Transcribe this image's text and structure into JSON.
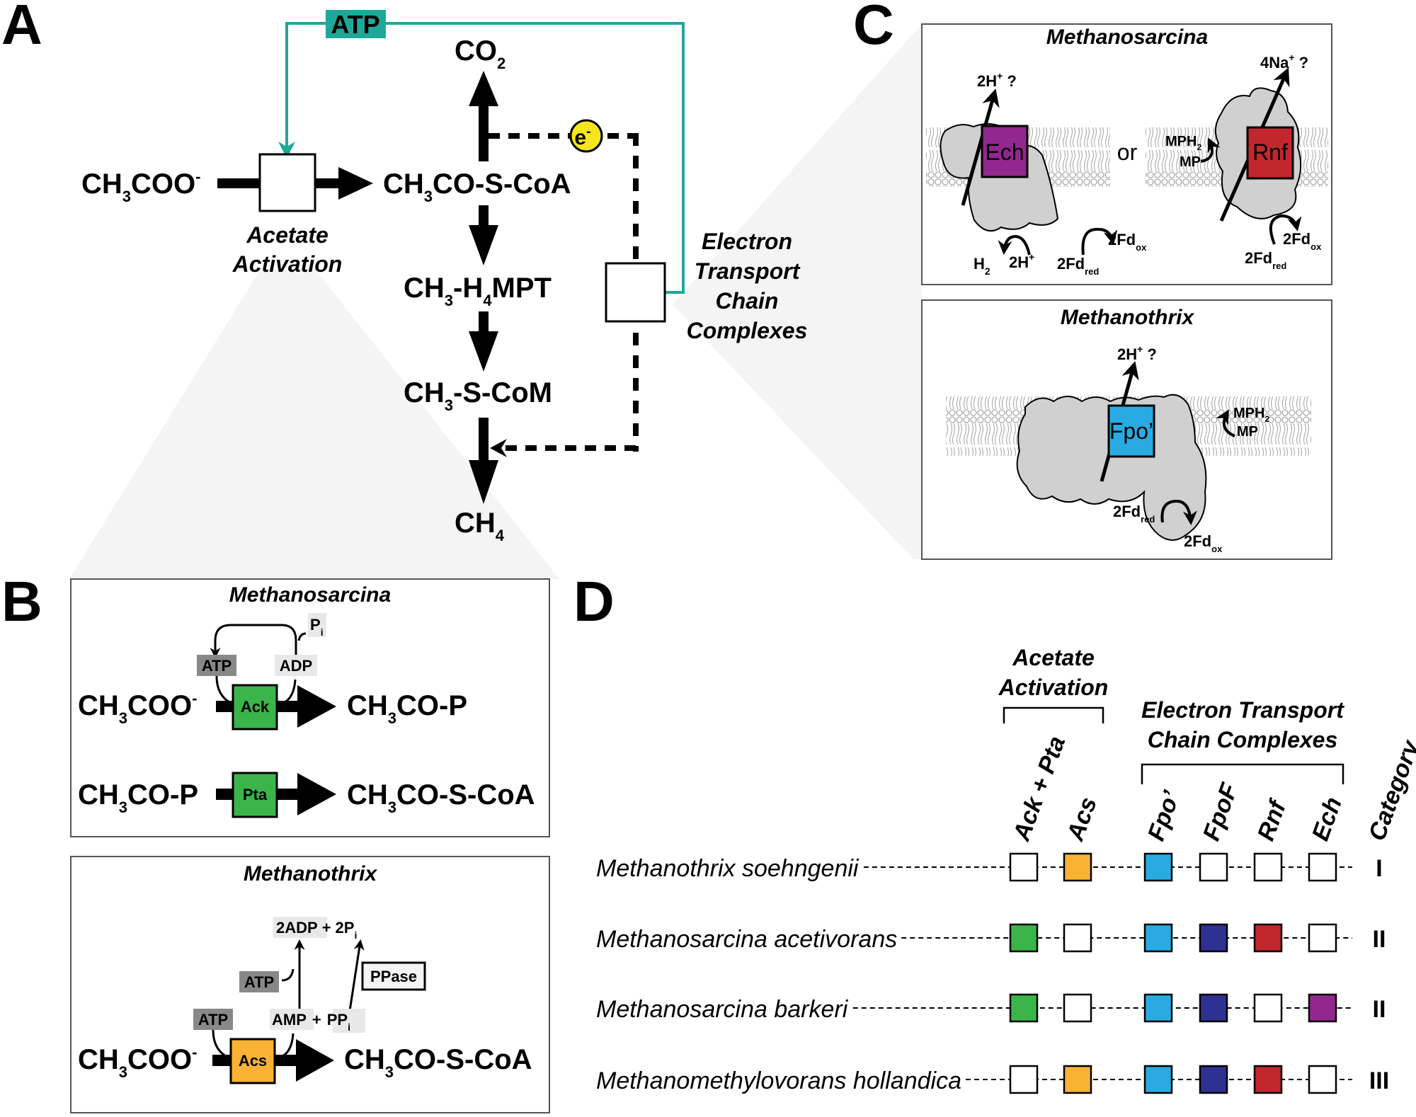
{
  "panels": {
    "A": {
      "letter": "A",
      "atp": "ATP",
      "co2": "CO",
      "co2_sub": "2",
      "electron": "e",
      "electron_sup": "-",
      "acetate": {
        "a": "CH",
        "sub": "3",
        "b": "COO",
        "sup": "-"
      },
      "acetyl_coa": {
        "a": "CH",
        "sub": "3",
        "b": "CO-S-CoA"
      },
      "methyl_h4mpt": {
        "a": "CH",
        "sub1": "3",
        "b": "-H",
        "sub2": "4",
        "c": "MPT"
      },
      "methyl_com": {
        "a": "CH",
        "sub": "3",
        "b": "-S-CoM"
      },
      "methane": {
        "a": "CH",
        "sub": "4"
      },
      "acetate_activation": [
        "Acetate",
        "Activation"
      ],
      "etc_label": [
        "Electron",
        "Transport",
        "Chain",
        "Complexes"
      ],
      "colors": {
        "teal": "#1fa89a",
        "electron": "#f5e61c"
      }
    },
    "B": {
      "letter": "B",
      "methanosarcina": {
        "title": "Methanosarcina",
        "pi": "P",
        "pi_sub": "i",
        "atp": "ATP",
        "adp": "ADP",
        "ack": "Ack",
        "pta": "Pta",
        "acetate": {
          "a": "CH",
          "sub": "3",
          "b": "COO",
          "sup": "-"
        },
        "acetyl_p": {
          "a": "CH",
          "sub": "3",
          "b": "CO-P"
        },
        "acetyl_p2": {
          "a": "CH",
          "sub": "3",
          "b": "CO-P"
        },
        "acetyl_coa": {
          "a": "CH",
          "sub": "3",
          "b": "CO-S-CoA"
        }
      },
      "methanothrix": {
        "title": "Methanothrix",
        "two_adp": "2ADP",
        "plus": "+",
        "two_pi": "2P",
        "pi_sub": "i",
        "atp_upper": "ATP",
        "atp_lower": "ATP",
        "amp": "AMP",
        "ppi": "PP",
        "ppi_sub": "i",
        "ppase": "PPase",
        "acs": "Acs",
        "acetate": {
          "a": "CH",
          "sub": "3",
          "b": "COO",
          "sup": "-"
        },
        "acetyl_coa": {
          "a": "CH",
          "sub": "3",
          "b": "CO-S-CoA"
        }
      }
    },
    "C": {
      "letter": "C",
      "methanosarcina": {
        "title": "Methanosarcina",
        "ech": "Ech",
        "rnf": "Rnf",
        "or": "or",
        "h_out": "2H",
        "h_out_sup": "+",
        "h_out_q": " ?",
        "na_out": "4Na",
        "na_out_sup": "+",
        "na_out_q": " ?",
        "h2": "H",
        "h2_sub": "2",
        "two_h": "2H",
        "two_h_sup": "+",
        "fd": "2Fd",
        "red": "red",
        "ox": "ox",
        "mph2": "MPH",
        "mph2_sub": "2",
        "mp": "MP"
      },
      "methanothrix": {
        "title": "Methanothrix",
        "fpo": "Fpo’",
        "h_out": "2H",
        "h_out_sup": "+",
        "h_out_q": " ?",
        "mph2": "MPH",
        "mph2_sub": "2",
        "mp": "MP",
        "fd": "2Fd",
        "red": "red",
        "ox": "ox"
      }
    },
    "D": {
      "letter": "D",
      "group_acetate": [
        "Acetate",
        "Activation"
      ],
      "group_etc": [
        "Electron Transport",
        "Chain Complexes"
      ],
      "columns": [
        "Ack + Pta",
        "Acs",
        "Fpo’",
        "FpoF",
        "Rnf",
        "Ech"
      ],
      "category_header": "Category",
      "column_colors": [
        "#3bb54a",
        "#f9b233",
        "#29abe2",
        "#2e3192",
        "#c1272d",
        "#92278f"
      ],
      "rows": [
        {
          "species": "Methanothrix soehngenii",
          "present": [
            false,
            true,
            true,
            false,
            false,
            false
          ],
          "category": "I"
        },
        {
          "species": "Methanosarcina acetivorans",
          "present": [
            true,
            false,
            true,
            true,
            true,
            false
          ],
          "category": "II"
        },
        {
          "species": "Methanosarcina barkeri",
          "present": [
            true,
            false,
            true,
            true,
            false,
            true
          ],
          "category": "II"
        },
        {
          "species": "Methanomethylovorans hollandica",
          "present": [
            false,
            true,
            true,
            true,
            true,
            false
          ],
          "category": "III"
        }
      ]
    }
  }
}
